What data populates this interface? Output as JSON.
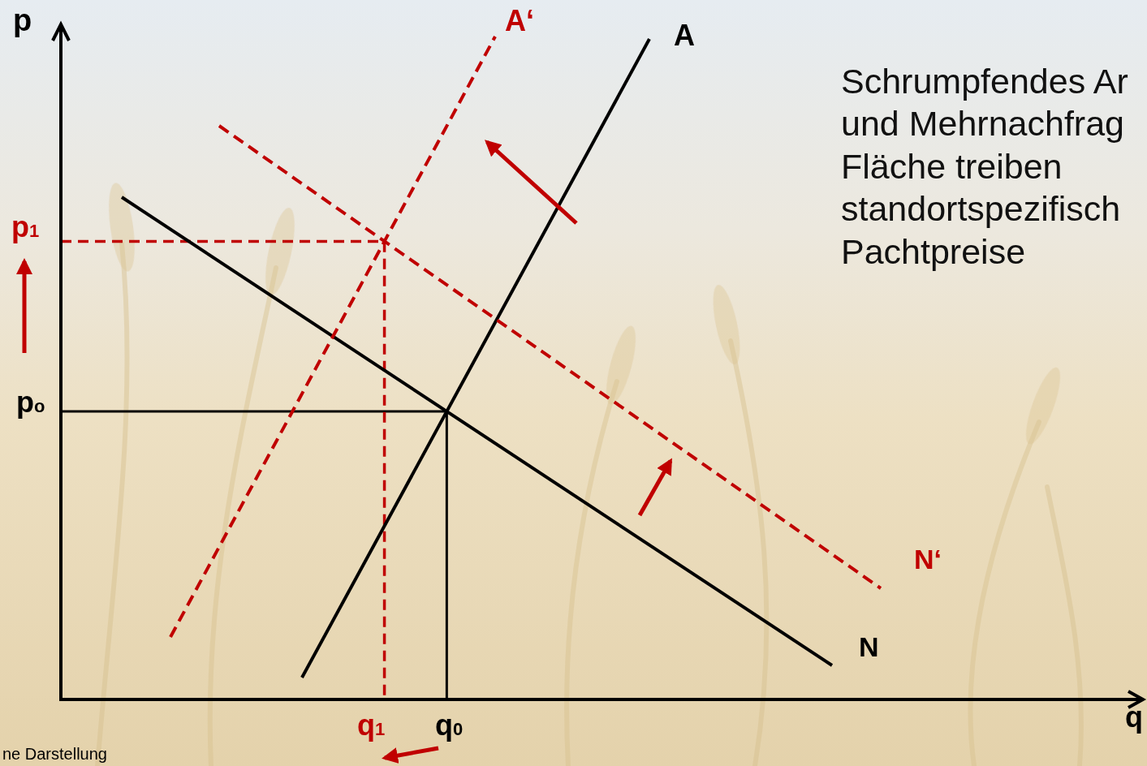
{
  "diagram": {
    "labels": [
      "p",
      "q",
      "A‘",
      "A",
      "N‘",
      "N",
      "p1",
      "po",
      "q1",
      "q0",
      "Schrumpfendes Ar und Mehrnachfrag Fläche treiben standortspezifisch Pachtpreise",
      "ne Darstellung"
    ]
  }
}
